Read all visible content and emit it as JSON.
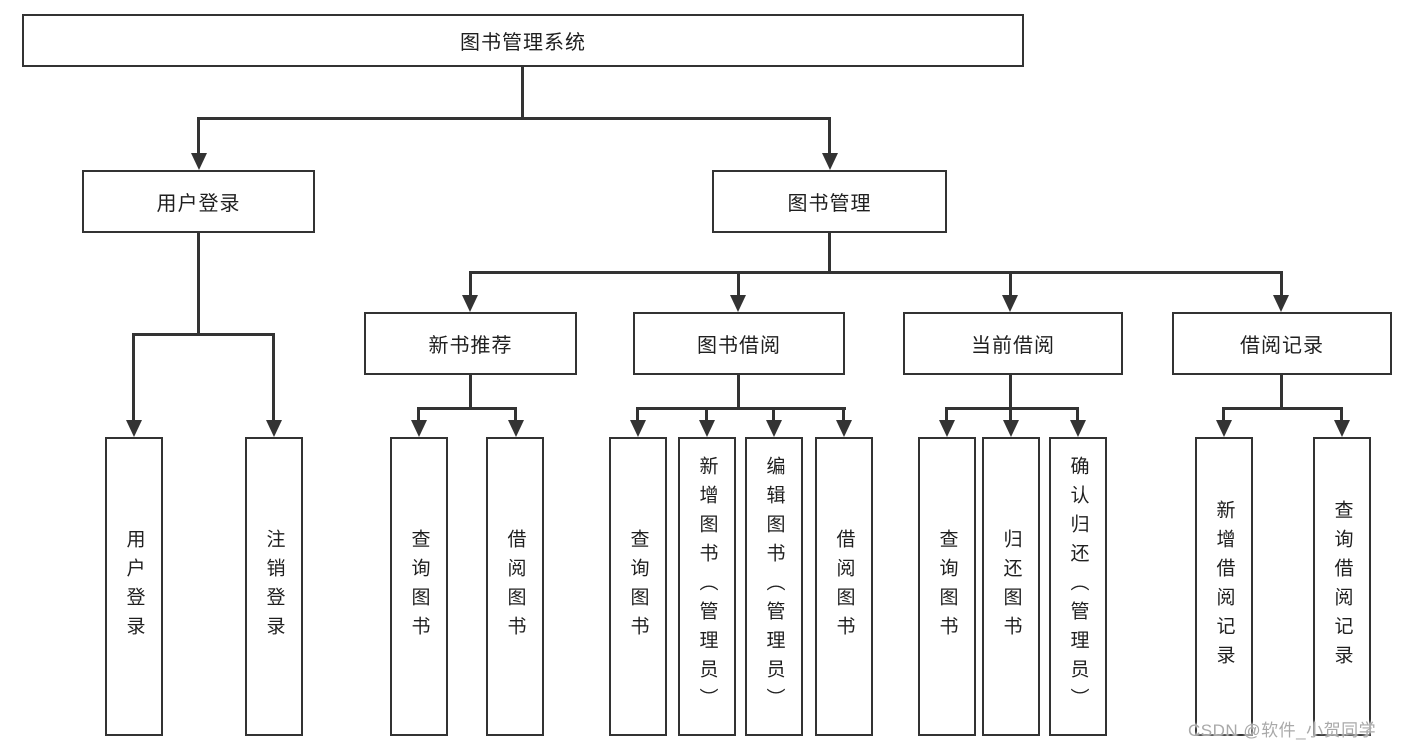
{
  "tree": {
    "root": {
      "label": "图书管理系统",
      "children": [
        {
          "label": "用户登录",
          "children": [
            {
              "label": "用户登录"
            },
            {
              "label": "注销登录"
            }
          ]
        },
        {
          "label": "图书管理",
          "children": [
            {
              "label": "新书推荐",
              "children": [
                {
                  "label": "查询图书"
                },
                {
                  "label": "借阅图书"
                }
              ]
            },
            {
              "label": "图书借阅",
              "children": [
                {
                  "label": "查询图书"
                },
                {
                  "label": "新增图书（管理员）"
                },
                {
                  "label": "编辑图书（管理员）"
                },
                {
                  "label": "借阅图书"
                }
              ]
            },
            {
              "label": "当前借阅",
              "children": [
                {
                  "label": "查询图书"
                },
                {
                  "label": "归还图书"
                },
                {
                  "label": "确认归还（管理员）"
                }
              ]
            },
            {
              "label": "借阅记录",
              "children": [
                {
                  "label": "新增借阅记录"
                },
                {
                  "label": "查询借阅记录"
                }
              ]
            }
          ]
        }
      ]
    }
  },
  "watermark": {
    "text": "CSDN @软件_小贺同学"
  },
  "colors": {
    "line": "#333333",
    "box_border": "#333333",
    "text": "#1f1f1f",
    "watermark": "#a9a9a9",
    "background": "#ffffff"
  }
}
